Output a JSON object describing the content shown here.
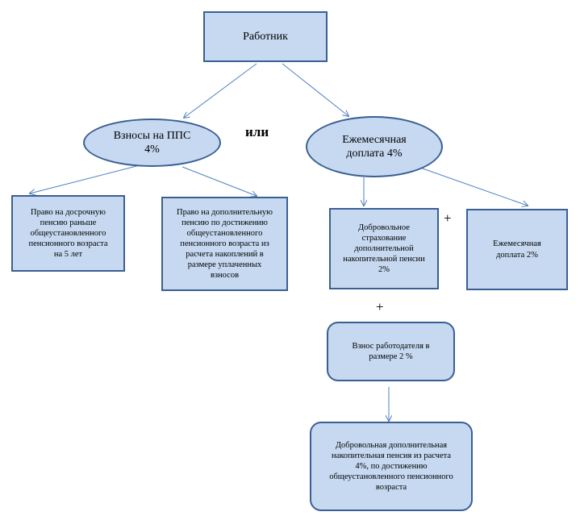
{
  "nodes": {
    "worker": "Работник",
    "contrib_pps": "Взносы на ППС\n4%",
    "monthly_4": "Ежемесячная\nдоплата 4%",
    "early_pension": "Право на досрочную\nпенсию раньше\nобщеустановленного\nпенсионного возраста\nна  5 лет",
    "additional_pension": "Право на дополнительную\nпенсию по достижению\nобщеустановленного\nпенсионного возраста из\nрасчета накоплений в\nразмере уплаченных\nвзносов",
    "voluntary_insurance": "Добровольное\nстрахование\nдополнительной\nнакопительной пенсии\n2%",
    "monthly_2": "Ежемесячная\nдоплата 2%",
    "employer_contrib": "Взнос работодателя в\nразмере 2 %",
    "voluntary_pension": "Добровольная дополнительная\nнакопительная пенсия из расчета\n4%,  по достижению\nобщеустановленного пенсионного\nвозраста"
  },
  "labels": {
    "or": "или",
    "plus_right": "+",
    "plus_below": "+"
  },
  "colors": {
    "node_fill": "#c6d9f1",
    "node_border": "#3a5f93",
    "connector": "#4f81bd"
  }
}
